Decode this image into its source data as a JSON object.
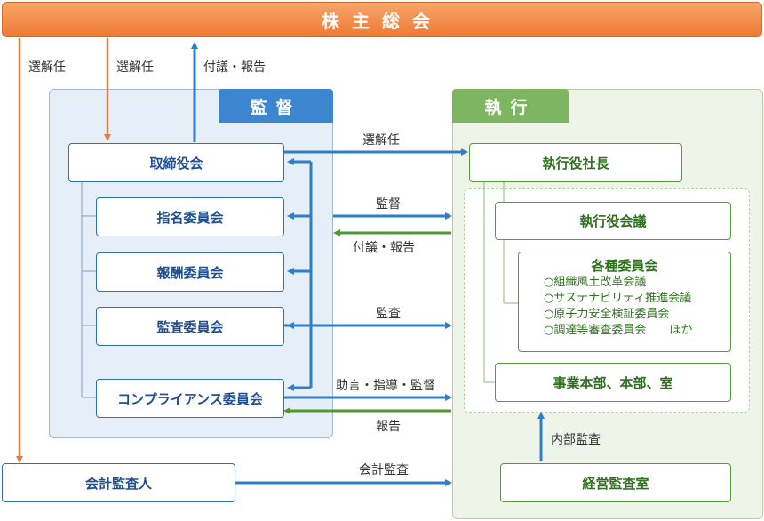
{
  "header": {
    "title": "株主総会"
  },
  "regions": {
    "supervision": "監督",
    "execution": "執行"
  },
  "boxes": {
    "board": "取締役会",
    "nomination": "指名委員会",
    "compensation": "報酬委員会",
    "audit": "監査委員会",
    "compliance": "コンプライアンス委員会",
    "accounting_auditor": "会計監査人",
    "president": "執行役社長",
    "exec_council": "執行役会議",
    "divisions": "事業本部、本部、室",
    "internal_audit_office": "経営監査室"
  },
  "committees": {
    "title": "各種委員会",
    "items": [
      "○組織風土改革会議",
      "○サステナビリティ推進会議",
      "○原子力安全検証委員会",
      "○調達等審査委員会　　ほか"
    ]
  },
  "labels": {
    "appoint_dismiss_1": "選解任",
    "appoint_dismiss_2": "選解任",
    "proposal_report_top": "付議・報告",
    "appoint_dismiss_exec": "選解任",
    "supervise": "監督",
    "proposal_report": "付議・報告",
    "audit": "監査",
    "advice": "助言・指導・監督",
    "report": "報告",
    "accounting_audit": "会計監査",
    "internal_audit": "内部監査"
  },
  "colors": {
    "orange": "#ee7a33",
    "blue": "#2f7fc8",
    "green": "#4e9a2e",
    "supervision_bg": "#e6eef8",
    "execution_bg": "#eef5e8"
  }
}
